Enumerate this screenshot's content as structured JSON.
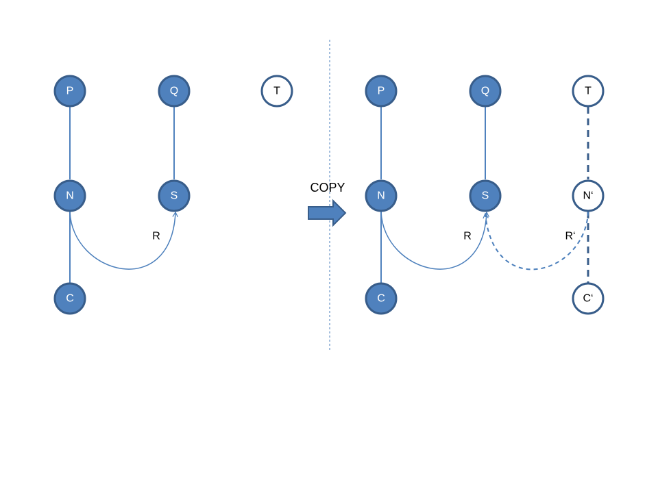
{
  "colors": {
    "node_fill": "#4f81bd",
    "node_stroke": "#385d8a",
    "edge": "#4a7ebb",
    "background": "#ffffff"
  },
  "copy_label": "COPY",
  "left": {
    "nodes": {
      "p": "P",
      "q": "Q",
      "t": "T",
      "n": "N",
      "s": "S",
      "c": "C"
    },
    "relation_label": "R"
  },
  "right": {
    "nodes": {
      "p": "P",
      "q": "Q",
      "t": "T",
      "n": "N",
      "s": "S",
      "n_prime": "N‘",
      "c": "C",
      "c_prime": "C‘"
    },
    "relation_label": "R",
    "relation_copy_label": "R‘"
  }
}
